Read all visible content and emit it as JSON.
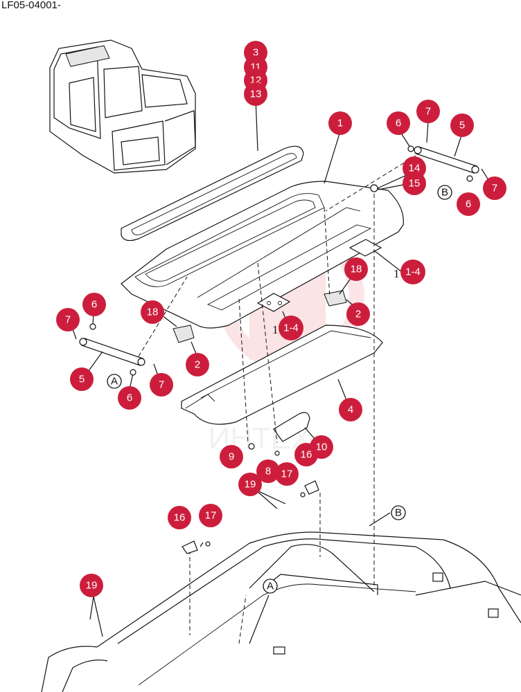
{
  "document_code": "LF05-04001-",
  "watermark_text": "ИНТЕХ",
  "colors": {
    "callout_fill": "#cc1e3c",
    "callout_text": "#ffffff",
    "line": "#111111",
    "watermark": "#e8394a"
  },
  "callouts": [
    {
      "id": "c3",
      "label": "3"
    },
    {
      "id": "c11",
      "label": "11"
    },
    {
      "id": "c12",
      "label": "12"
    },
    {
      "id": "c13",
      "label": "13"
    },
    {
      "id": "c1",
      "label": "1"
    },
    {
      "id": "c6a",
      "label": "6"
    },
    {
      "id": "c7a",
      "label": "7"
    },
    {
      "id": "c5a",
      "label": "5"
    },
    {
      "id": "c14",
      "label": "14"
    },
    {
      "id": "c15",
      "label": "15"
    },
    {
      "id": "c7b",
      "label": "7"
    },
    {
      "id": "c6b",
      "label": "6"
    },
    {
      "id": "c18a",
      "label": "18"
    },
    {
      "id": "c1-4a",
      "label": "1-4"
    },
    {
      "id": "c2a",
      "label": "2"
    },
    {
      "id": "c6c",
      "label": "6"
    },
    {
      "id": "c18b",
      "label": "18"
    },
    {
      "id": "c7c",
      "label": "7"
    },
    {
      "id": "c1-4b",
      "label": "1-4"
    },
    {
      "id": "c2b",
      "label": "2"
    },
    {
      "id": "c5b",
      "label": "5"
    },
    {
      "id": "c7d",
      "label": "7"
    },
    {
      "id": "c6d",
      "label": "6"
    },
    {
      "id": "c4",
      "label": "4"
    },
    {
      "id": "c9",
      "label": "9"
    },
    {
      "id": "c10",
      "label": "10"
    },
    {
      "id": "c16a",
      "label": "16"
    },
    {
      "id": "c8",
      "label": "8"
    },
    {
      "id": "c17a",
      "label": "17"
    },
    {
      "id": "c19a",
      "label": "19"
    },
    {
      "id": "c16b",
      "label": "16"
    },
    {
      "id": "c17b",
      "label": "17"
    },
    {
      "id": "c19b",
      "label": "19"
    }
  ],
  "plain_labels": [
    {
      "id": "p1",
      "label": "1"
    },
    {
      "id": "p2",
      "label": "1"
    }
  ],
  "reference_marks": [
    {
      "id": "rA1",
      "label": "A"
    },
    {
      "id": "rB1",
      "label": "B"
    },
    {
      "id": "rB2",
      "label": "B"
    },
    {
      "id": "rA2",
      "label": "A"
    }
  ]
}
